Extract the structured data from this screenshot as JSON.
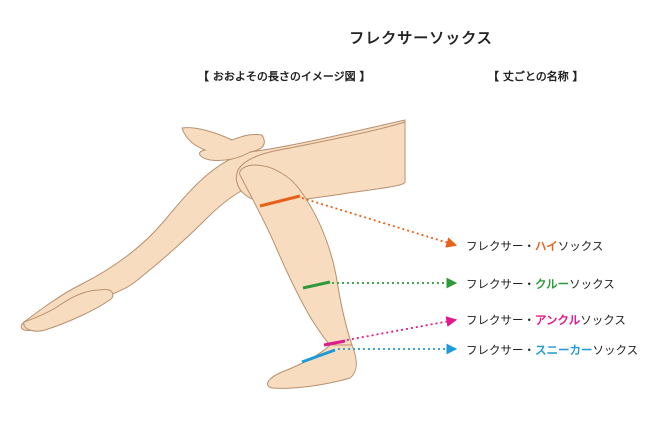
{
  "title": "フレクサーソックス",
  "subheadings": {
    "left": "【 おおよその長さのイメージ図 】",
    "right": "【 丈ごとの名称 】"
  },
  "sock_types": [
    {
      "prefix": "フレクサー・",
      "highlight": "ハイ",
      "suffix": "ソックス",
      "color": "#E8611A"
    },
    {
      "prefix": "フレクサー・",
      "highlight": "クルー",
      "suffix": "ソックス",
      "color": "#2E9A3A"
    },
    {
      "prefix": "フレクサー・",
      "highlight": "アンクル",
      "suffix": "ソックス",
      "color": "#E0198C"
    },
    {
      "prefix": "フレクサー・",
      "highlight": "スニーカー",
      "suffix": "ソックス",
      "color": "#1E9AD6"
    }
  ],
  "colors": {
    "skin": "#F8DCC0",
    "skin_stroke": "#B8906E"
  }
}
